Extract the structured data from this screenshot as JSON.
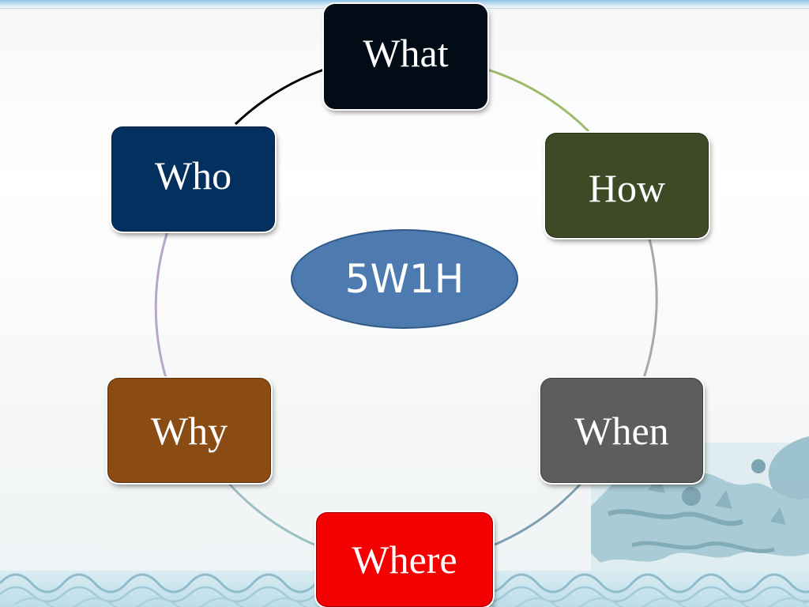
{
  "center": {
    "label": "5W1H"
  },
  "nodes": {
    "what": {
      "label": "What",
      "color": "#020c16"
    },
    "how": {
      "label": "How",
      "color": "#3e4a26"
    },
    "when": {
      "label": "When",
      "color": "#5d5d5d"
    },
    "where": {
      "label": "Where",
      "color": "#f30000"
    },
    "why": {
      "label": "Why",
      "color": "#8a4c13"
    },
    "who": {
      "label": "Who",
      "color": "#03305f"
    }
  },
  "decor": {
    "ring_colors": [
      "#000000",
      "#9dbb6c",
      "#a8a8a8",
      "#8fb2bf",
      "#b8a6c8"
    ],
    "wave_color": "#9dc6d6",
    "dragon_color": "#7fb3c4"
  }
}
